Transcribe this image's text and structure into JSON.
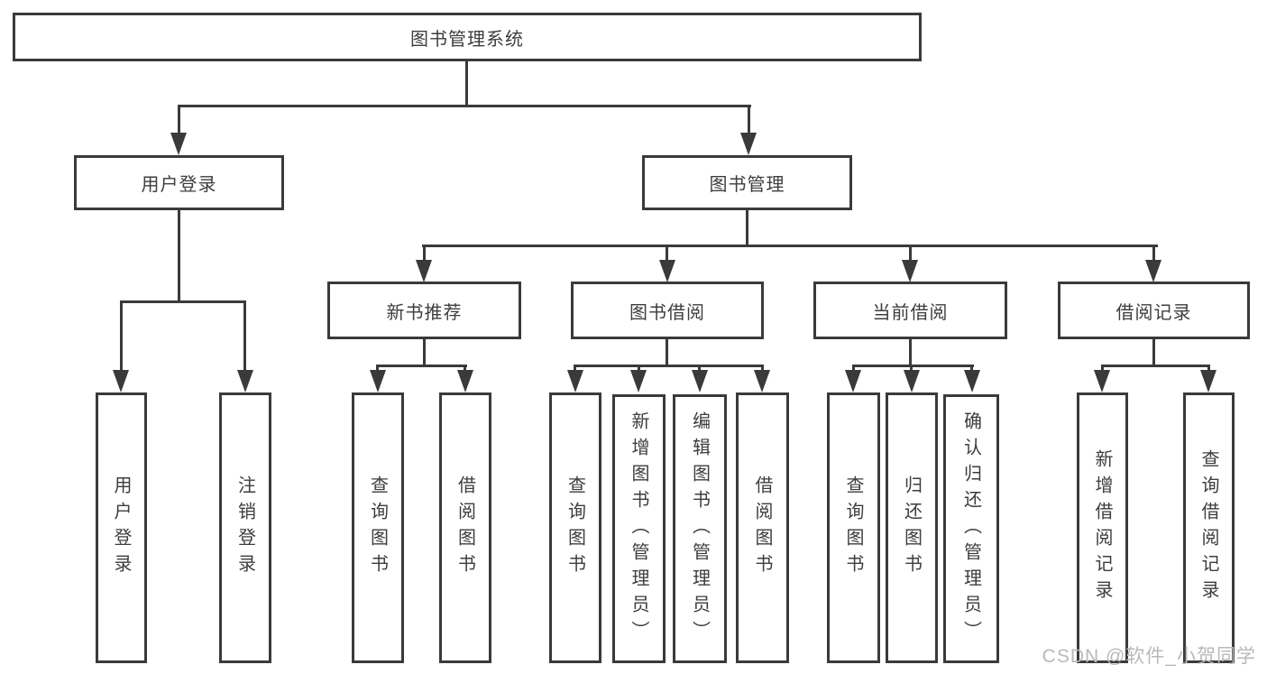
{
  "tree": {
    "root": {
      "label": "图书管理系统",
      "children": [
        {
          "label": "用户登录",
          "children": [
            {
              "label": "用户登录"
            },
            {
              "label": "注销登录"
            }
          ]
        },
        {
          "label": "图书管理",
          "children": [
            {
              "label": "新书推荐",
              "children": [
                {
                  "label": "查询图书"
                },
                {
                  "label": "借阅图书"
                }
              ]
            },
            {
              "label": "图书借阅",
              "children": [
                {
                  "label": "查询图书"
                },
                {
                  "label": "新增图书（管理员）"
                },
                {
                  "label": "编辑图书（管理员）"
                },
                {
                  "label": "借阅图书"
                }
              ]
            },
            {
              "label": "当前借阅",
              "children": [
                {
                  "label": "查询图书"
                },
                {
                  "label": "归还图书"
                },
                {
                  "label": "确认归还（管理员）"
                }
              ]
            },
            {
              "label": "借阅记录",
              "children": [
                {
                  "label": "新增借阅记录"
                },
                {
                  "label": "查询借阅记录"
                }
              ]
            }
          ]
        }
      ]
    }
  },
  "watermark": "CSDN @软件_小贺同学",
  "colors": {
    "line": "#3a3a3a",
    "text": "#3d3d3d",
    "watermark": "#b9b9b9",
    "background": "#ffffff"
  }
}
